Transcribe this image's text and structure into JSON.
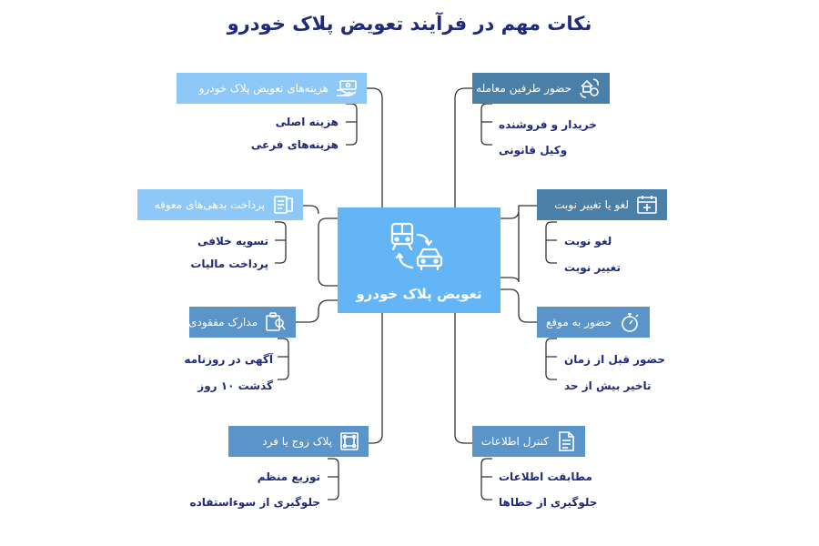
{
  "title": "نکات مهم در فرآیند تعویض پلاک خودرو",
  "center": {
    "label": "تعویض پلاک خودرو",
    "icon": "car-exchange-icon"
  },
  "colors": {
    "title": "#1f2a7a",
    "center": "#64b5f6",
    "lines": "#333333"
  },
  "topics": [
    {
      "label": "هزینه‌های تعویض پلاک خودرو",
      "icon": "money-hand-icon",
      "subs": [
        "هزینه اصلی",
        "هزینه‌های فرعی"
      ]
    },
    {
      "label": "پرداخت بدهی‌های معوقه",
      "icon": "bill-list-icon",
      "subs": [
        "تسویه خلافی",
        "پرداخت مالیات"
      ]
    },
    {
      "label": "مدارک مفقودی",
      "icon": "documents-search-icon",
      "subs": [
        "آگهی در روزنامه",
        "گذشت ۱۰ روز"
      ]
    },
    {
      "label": "پلاک زوج یا فرد",
      "icon": "plate-frame-icon",
      "subs": [
        "توزیع منظم",
        "جلوگیری از سوءاستفاده"
      ]
    },
    {
      "label": "حضور طرفین معامله",
      "icon": "house-exchange-icon",
      "subs": [
        "خریدار و فروشنده",
        "وکیل قانونی"
      ]
    },
    {
      "label": "لغو یا تغییر نوبت",
      "icon": "calendar-plus-icon",
      "subs": [
        "لغو نوبت",
        "تغییر نوبت"
      ]
    },
    {
      "label": "حضور به موقع",
      "icon": "stopwatch-icon",
      "subs": [
        "حضور قبل از زمان",
        "تاخیر بیش از حد"
      ]
    },
    {
      "label": "کنترل اطلاعات",
      "icon": "document-icon",
      "subs": [
        "مطابقت اطلاعات",
        "جلوگیری از خطاها"
      ]
    }
  ]
}
